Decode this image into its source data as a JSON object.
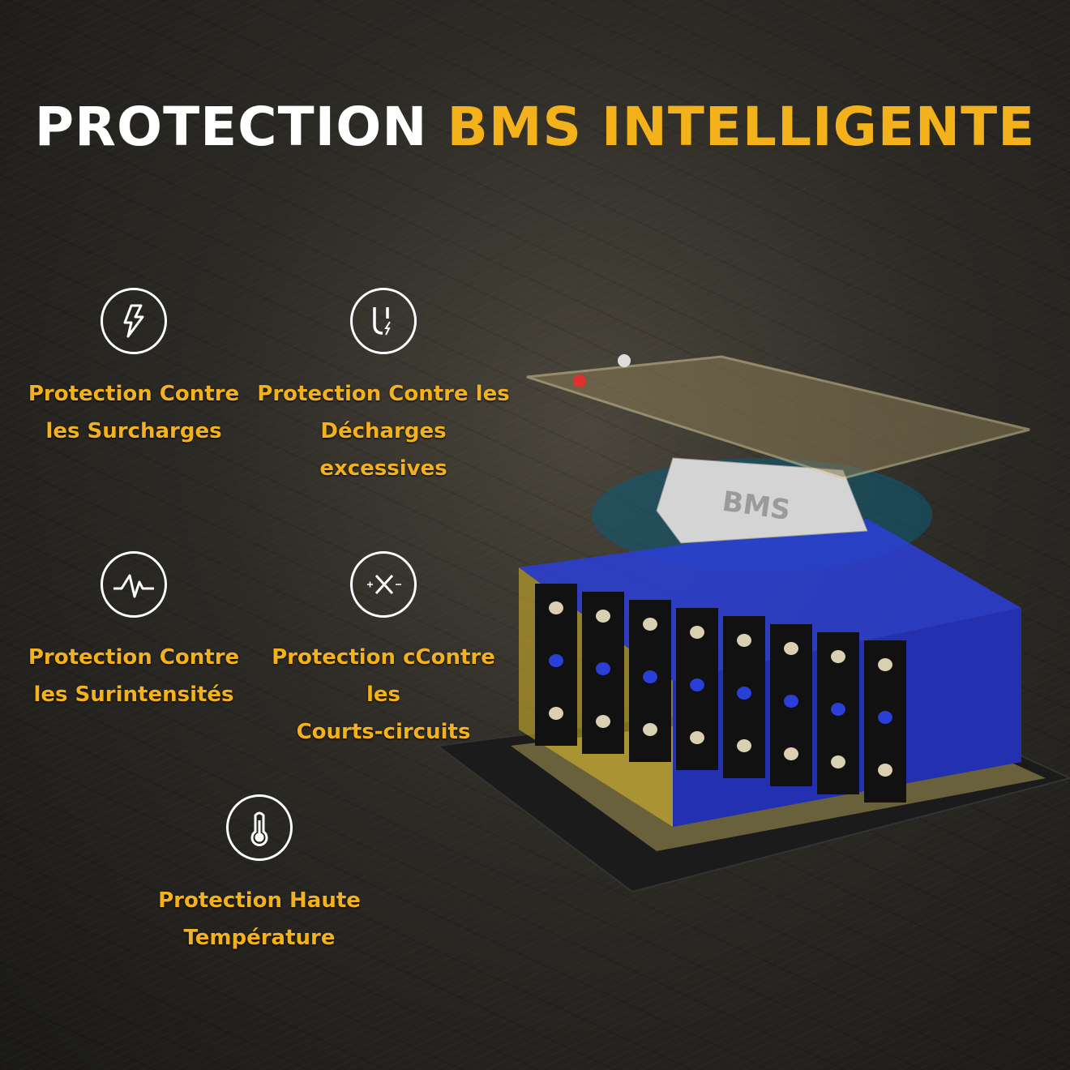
{
  "title": {
    "part1": "PROTECTION",
    "part2": "BMS INTELLIGENTE"
  },
  "colors": {
    "accent": "#f3b21c",
    "background": "#2c2a25",
    "cell_blue": "#2a3fd8"
  },
  "features": [
    {
      "icon": "lightning-bolt-icon",
      "line1": "Protection Contre",
      "line2": "les Surcharges"
    },
    {
      "icon": "magnet-bolt-icon",
      "line1": "Protection Contre les",
      "line2": "Décharges excessives"
    },
    {
      "icon": "pulse-wave-icon",
      "line1": "Protection Contre",
      "line2": "les Surintensités"
    },
    {
      "icon": "short-circuit-icon",
      "line1": "Protection cContre les",
      "line2": "Courts-circuits"
    },
    {
      "icon": "thermometer-icon",
      "line1": "Protection Haute",
      "line2": "Température"
    }
  ],
  "illustration": {
    "board_label": "BMS"
  }
}
